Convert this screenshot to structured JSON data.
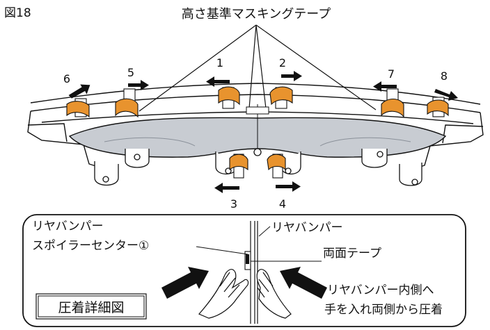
{
  "figure_label": "図18",
  "top_label": "高さ基準マスキングテープ",
  "step_numbers": [
    "1",
    "2",
    "3",
    "4",
    "5",
    "6",
    "7",
    "8"
  ],
  "detail": {
    "title": "圧着詳細図",
    "label_spoiler_line1": "リヤバンパー",
    "label_spoiler_line2": "スポイラーセンター①",
    "label_bumper": "リヤバンパー",
    "label_tape": "両面テープ",
    "label_instruction_line1": "リヤバンパー内側へ",
    "label_instruction_line2": "手を入れ両側から圧着"
  },
  "colors": {
    "tape_orange": "#e8932e",
    "spoiler_gray": "#c8ccd2",
    "line": "#111111"
  }
}
